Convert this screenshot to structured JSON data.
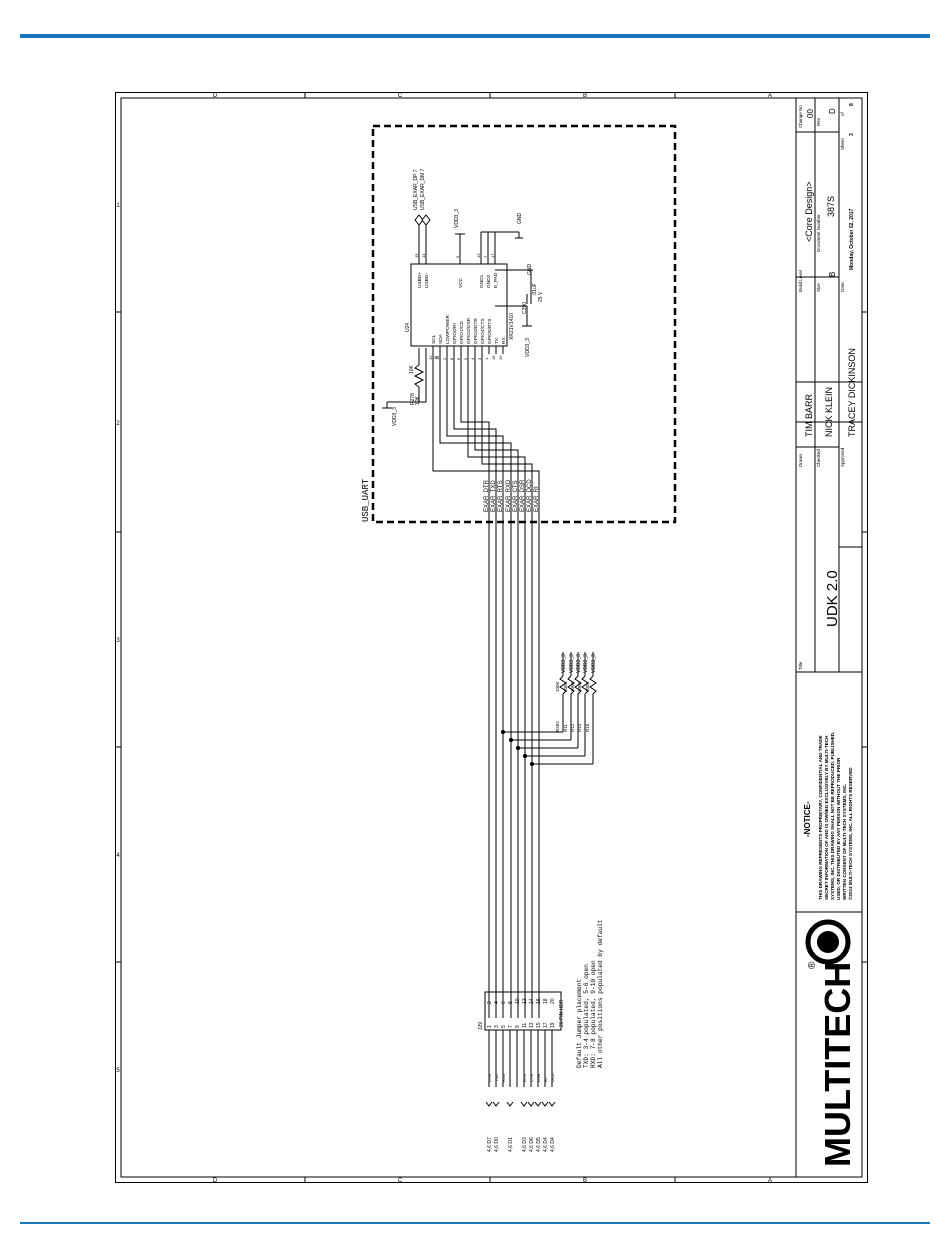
{
  "frame": {
    "col_letters": [
      "D",
      "C",
      "B",
      "A"
    ],
    "row_numbers": [
      "1",
      "2",
      "3",
      "4",
      "5"
    ]
  },
  "block": {
    "title": "USB_UART",
    "chip_ref": "U24",
    "chip_part": "XR21V1410",
    "left_pins": [
      {
        "num": "12",
        "name": "SCL"
      },
      {
        "num": "11",
        "name": "SDA"
      },
      {
        "num": "2",
        "name": "LOWPOWER"
      },
      {
        "num": "8",
        "name": "GPIO0/RI"
      },
      {
        "num": "6",
        "name": "GPIO1/CD"
      },
      {
        "num": "5",
        "name": "GPIO2/DSR"
      },
      {
        "num": "4",
        "name": "GPIO3/DTR"
      },
      {
        "num": "3",
        "name": "GPIO4/CTS"
      },
      {
        "num": "1",
        "name": "GPIO5/RTS"
      },
      {
        "num": "16",
        "name": "TX"
      },
      {
        "num": "10",
        "name": "RX"
      }
    ],
    "right_pins": [
      {
        "num": "15",
        "name": "USBD+"
      },
      {
        "num": "14",
        "name": "USBD-"
      },
      {
        "num": "9",
        "name": "VCC"
      },
      {
        "num": "13",
        "name": "GND1"
      },
      {
        "num": "7",
        "name": "GND2"
      },
      {
        "num": "17",
        "name": "E_PAD"
      }
    ],
    "usb_nets": [
      "USB_EXAR_DP  7",
      "USB_EXAR_DM  7"
    ],
    "vdd": "VDD3_3",
    "gnd": "GND",
    "resistor_ref": "R278",
    "resistor_part": "10K",
    "resistor_value": "10K",
    "cap_ref": "C290",
    "cap_value": ".01uF",
    "cap_voltage": "25 V",
    "exar_nets": [
      "EXAR_DTR",
      "EXAR_TXD",
      "EXAR_RTS",
      "EXAR_RXD",
      "EXAR_CTS",
      "EXAR_DSR",
      "EXAR_DCD",
      "EXAR_RI"
    ]
  },
  "pullups": [
    {
      "ref": "R262",
      "value": "100K",
      "rail": "VDD3_3"
    },
    {
      "ref": "R11",
      "value": "100K",
      "rail": "VDD3_3"
    },
    {
      "ref": "R12",
      "value": "100K",
      "rail": "VDD3_3"
    },
    {
      "ref": "R13",
      "value": "100K",
      "rail": "VDD3_3"
    },
    {
      "ref": "R15",
      "value": "100K",
      "rail": "VDD3_3"
    }
  ],
  "header": {
    "ref": "J29",
    "caption": "20 PIN HDR",
    "odd_pins": [
      "1",
      "3",
      "5",
      "7",
      "9",
      "11",
      "13",
      "15",
      "17",
      "19"
    ],
    "even_pins": [
      "2",
      "4",
      "6",
      "8",
      "10",
      "12",
      "14",
      "16",
      "18",
      "20"
    ],
    "signal_labels": [
      "DTR",
      "TXD",
      "RXD",
      "RTS",
      "CTS",
      "DSR",
      "RI",
      "DCD"
    ],
    "offpage": [
      "4,6  D7",
      "4,6  D0",
      "4,6  D1",
      "4,6  D3",
      "4,6  D6",
      "4,6  D5",
      "4,6  D4",
      "4,6  D4"
    ]
  },
  "jumper_notes": [
    "Default Jumper placement",
    "TXD: 3-4 populated, 5-6 open",
    "RXD: 7-8 populated, 9-10 open",
    "All other positions populated by default"
  ],
  "title_block": {
    "logo_text": "MULTITECH",
    "logo_mark": "®",
    "notice_heading": "-NOTICE-",
    "notice_text": [
      "THIS DRAWING REPRESENTS PROPRIETARY, CONFIDENTIAL AND TRADE",
      "SECRET INFORMATION OF AND IS OWNED EXCLUSIVELY BY MULTI-TECH",
      "SYSTEMS, INC. THIS DRAWING SHALL NOT BE REPRODUCED, PUBLISHED,",
      "USED, OR DISTRIBUTED BY ANY PERSON WITHOUT THE PRIOR",
      "WRITTEN CONSENT OF MULTI-TECH SYSTEMS, INC.",
      "©2014 MULTI-TECH SYSTEMS, INC. ALL RIGHTS RESERVED"
    ],
    "title_label": "Title",
    "title": "UDK 2.0",
    "drawn_label": "Drawn",
    "drawn": "TIM BARR",
    "checked_label": "Checked",
    "checked": "NICK KLEIN",
    "approved_label": "Approved",
    "approved": "TRACEY DICKINSON",
    "build_level_label": "Build Level",
    "build_level": "<Core Design>",
    "size_label": "Size",
    "size": "B",
    "docnum_label": "Document Number",
    "docnum": "387S",
    "rev_label": "Rev",
    "rev": "D",
    "change_label": "Change No",
    "change": "00",
    "date_label": "Date:",
    "date": "Monday, October 02, 2017",
    "sheet_label": "Sheet",
    "sheet": "3",
    "of_label": "of",
    "of": "8"
  }
}
